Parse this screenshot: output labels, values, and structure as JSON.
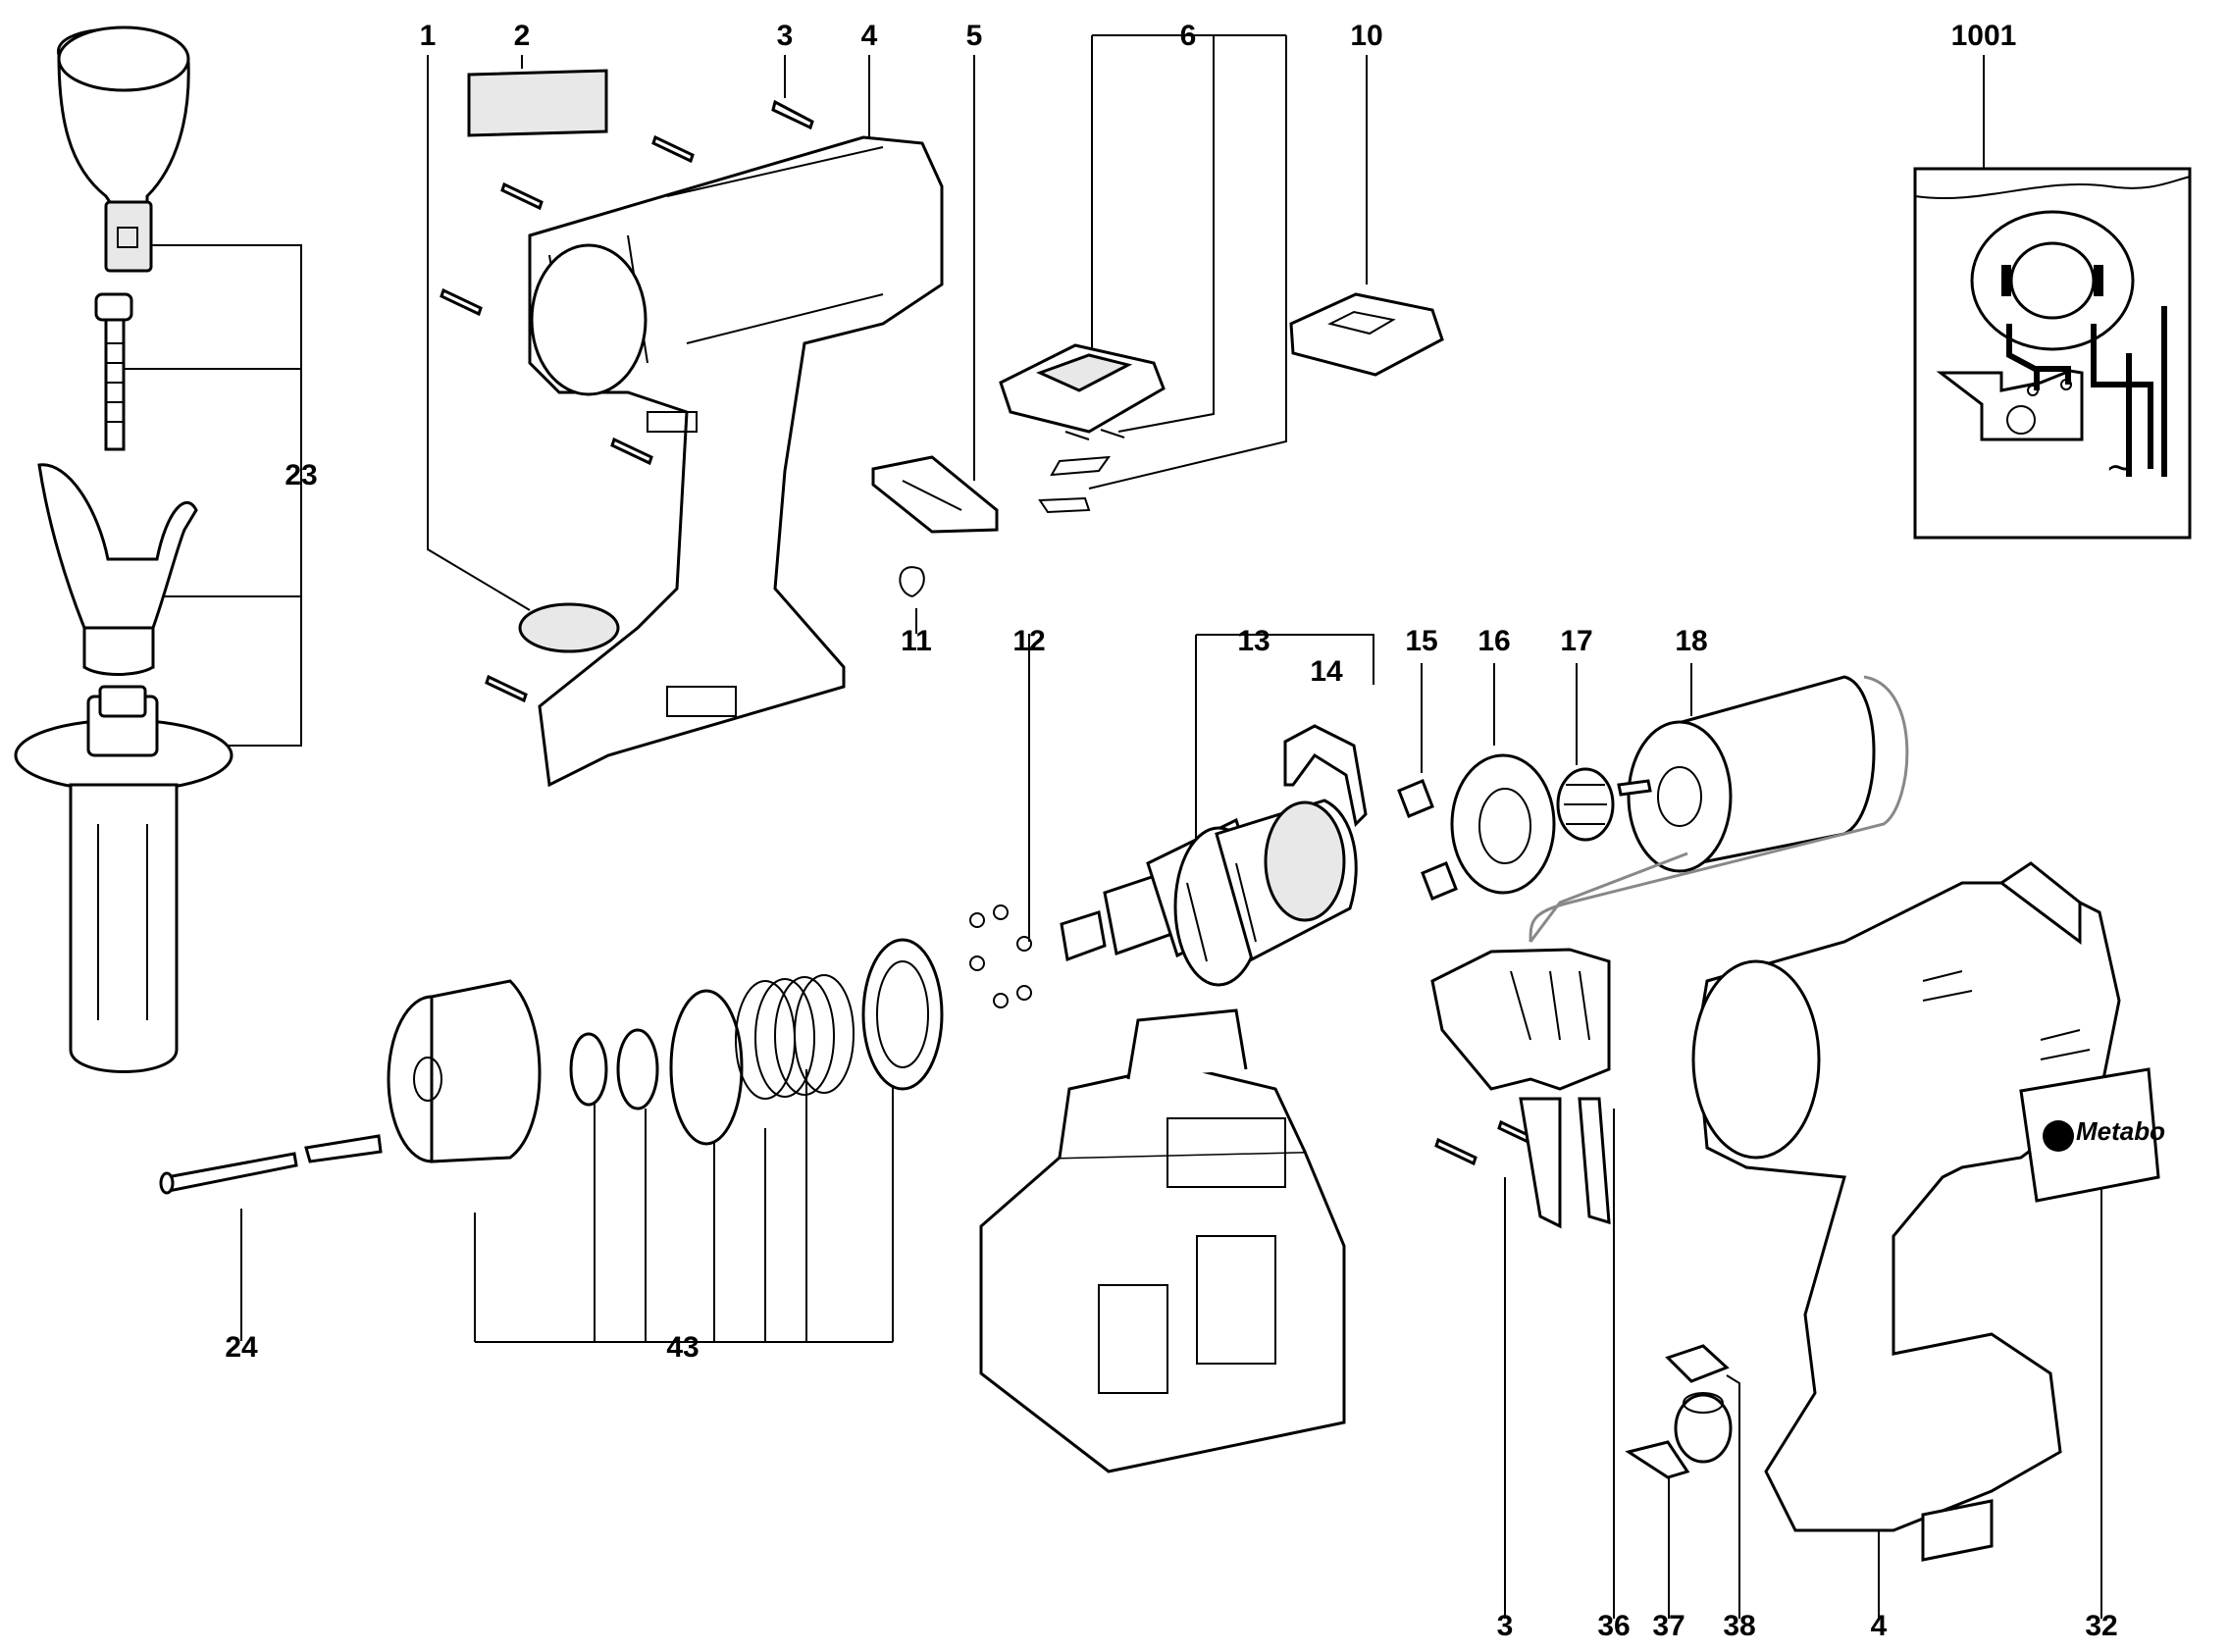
{
  "diagram": {
    "labels": [
      "1",
      "2",
      "3",
      "4",
      "5",
      "6",
      "10",
      "1001",
      "23",
      "11",
      "12",
      "13",
      "14",
      "15",
      "16",
      "17",
      "18",
      "24",
      "43",
      "3",
      "36",
      "37",
      "38",
      "4",
      "32"
    ],
    "logo_text": "Metabo"
  }
}
